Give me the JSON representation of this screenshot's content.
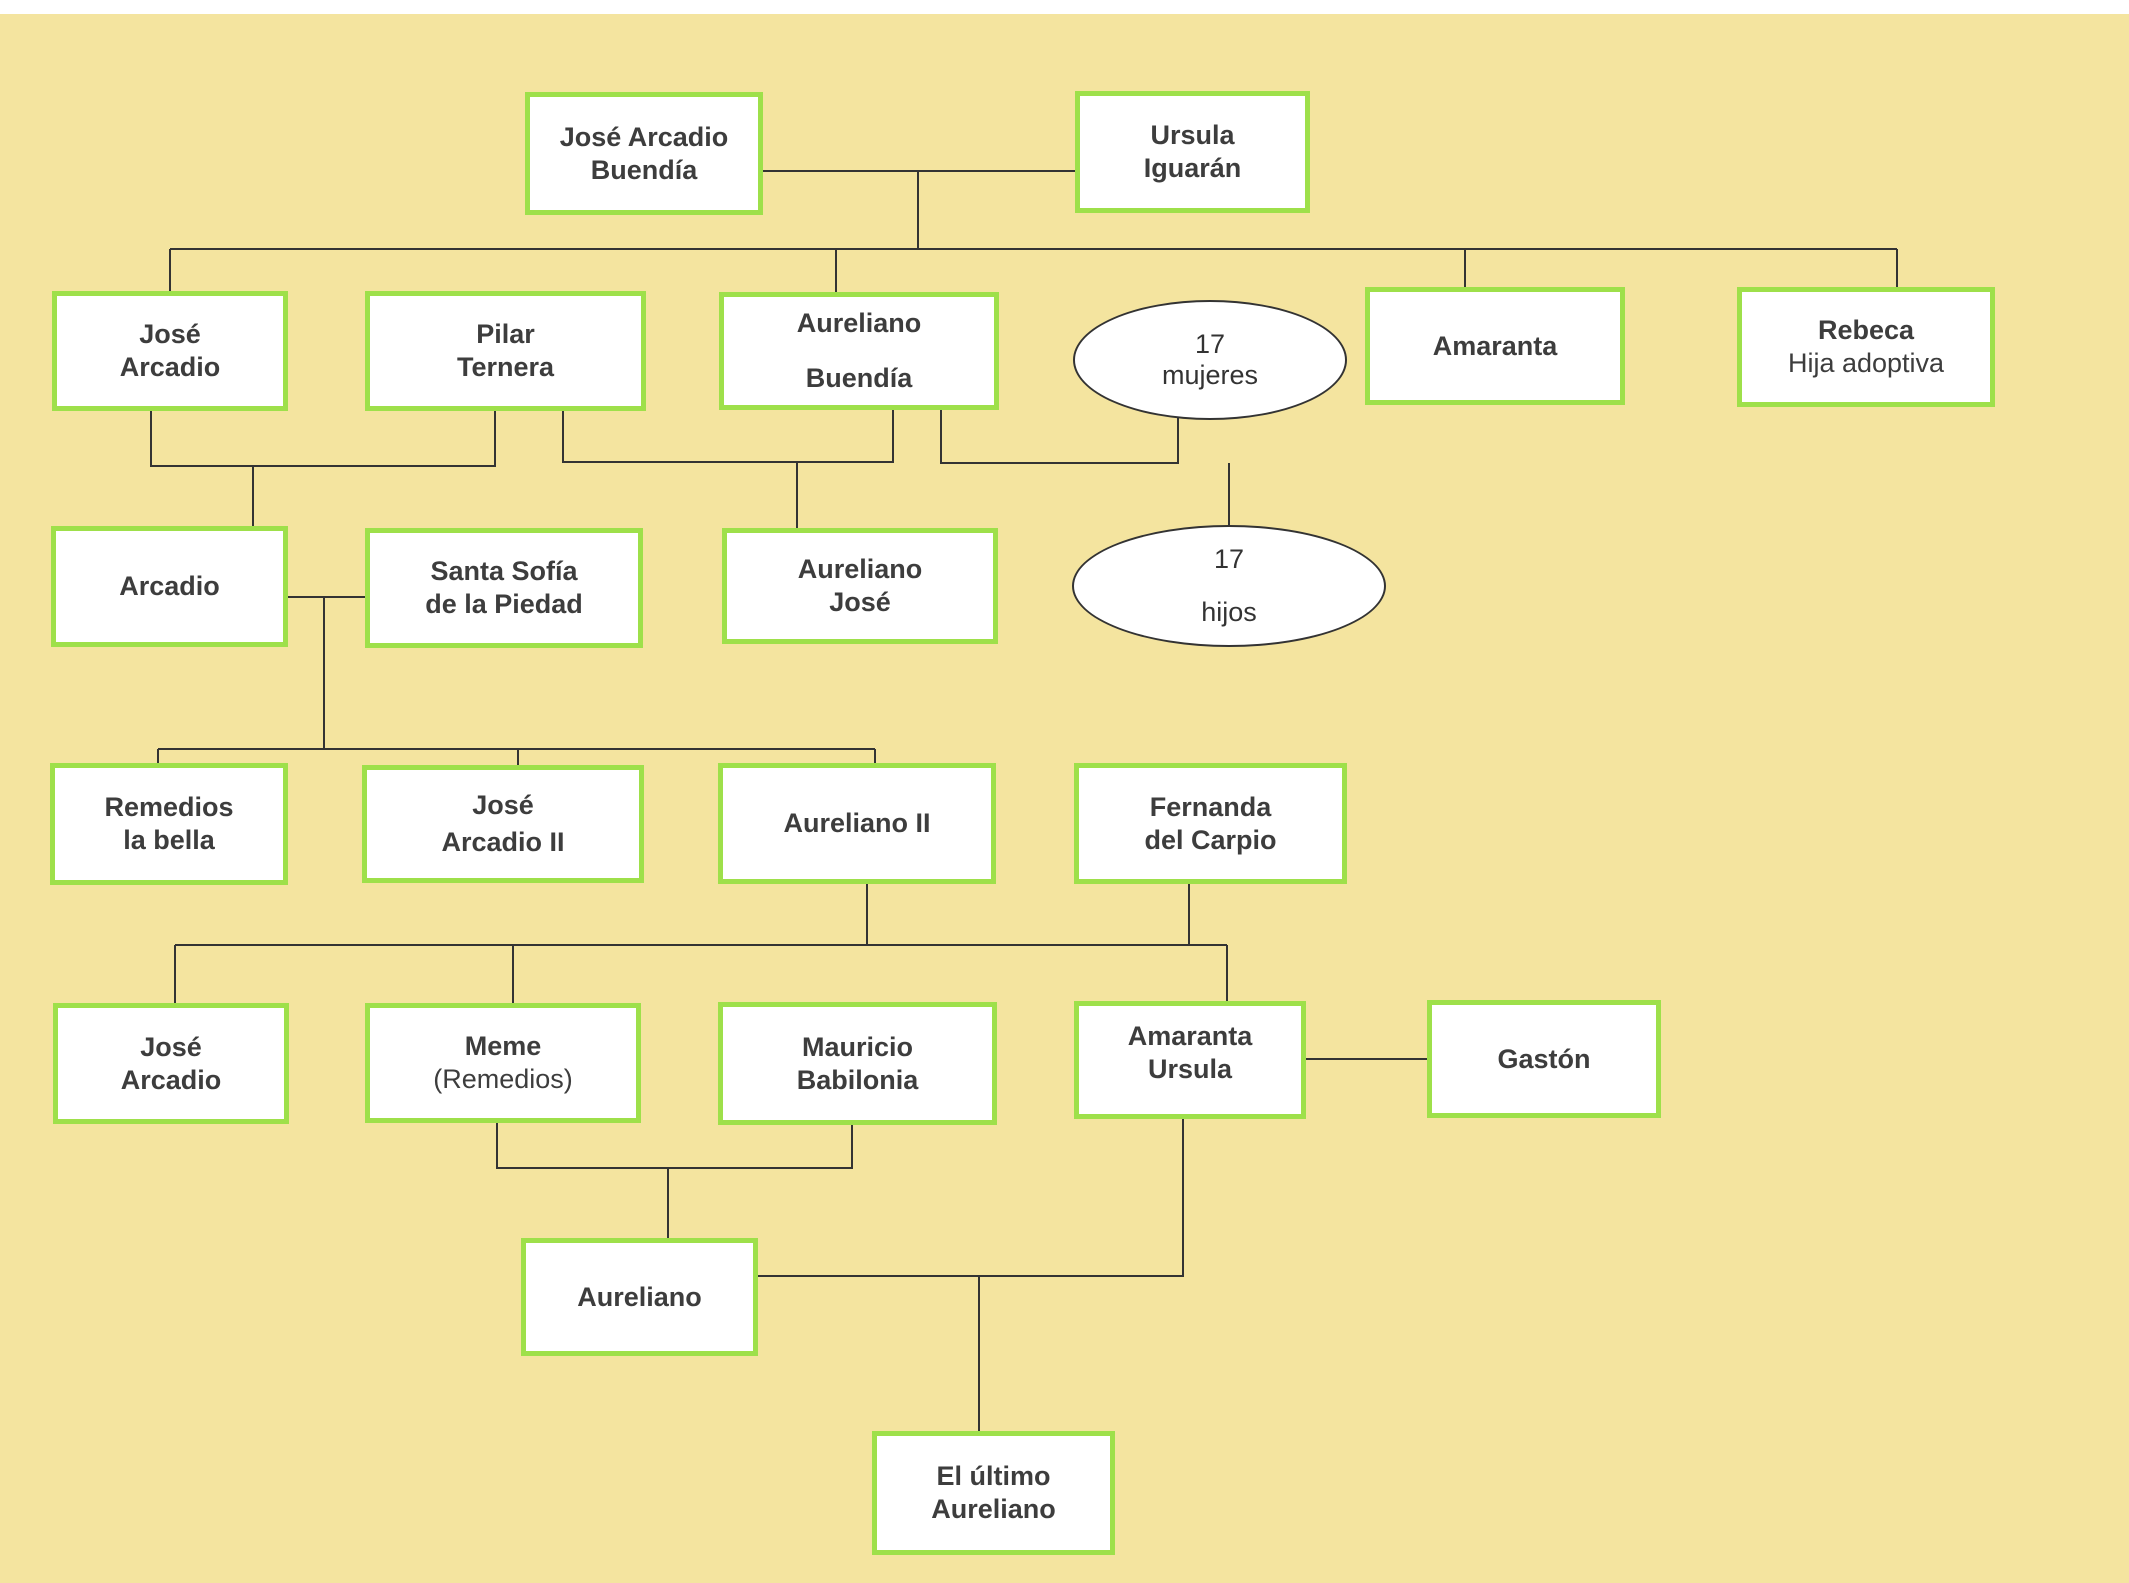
{
  "colors": {
    "background": "#f4e49f",
    "box_border": "#9ee04a",
    "box_fill": "#ffffff",
    "line": "#333333",
    "text": "#3d3d3d"
  },
  "people": {
    "jose_arcadio_buendia": [
      "José Arcadio",
      "Buendía"
    ],
    "ursula_iguaran": [
      "Ursula",
      "Iguarán"
    ],
    "jose_arcadio_1": [
      "José",
      "Arcadio"
    ],
    "pilar_ternera": [
      "Pilar",
      "Ternera"
    ],
    "aureliano_buendia": [
      "Aureliano",
      "Buendía"
    ],
    "amaranta": [
      "Amaranta"
    ],
    "rebeca": [
      "Rebeca",
      "Hija adoptiva"
    ],
    "arcadio": [
      "Arcadio"
    ],
    "santa_sofia": [
      "Santa Sofía",
      "de la Piedad"
    ],
    "aureliano_jose": [
      "Aureliano",
      "José"
    ],
    "remedios_bella": [
      "Remedios",
      "la bella"
    ],
    "jose_arcadio_ii": [
      "José",
      "Arcadio II"
    ],
    "aureliano_ii": [
      "Aureliano II"
    ],
    "fernanda": [
      "Fernanda",
      "del Carpio"
    ],
    "jose_arcadio_2": [
      "José",
      "Arcadio"
    ],
    "meme": [
      "Meme",
      "(Remedios)"
    ],
    "mauricio": [
      "Mauricio",
      "Babilonia"
    ],
    "amaranta_ursula": [
      "Amaranta",
      "Ursula"
    ],
    "gaston": [
      "Gastón"
    ],
    "aureliano_3": [
      "Aureliano"
    ],
    "ultimo_aureliano": [
      "El último",
      "Aureliano"
    ]
  },
  "groups": {
    "mujeres": [
      "17",
      "mujeres"
    ],
    "hijos": [
      "17",
      "hijos"
    ]
  }
}
